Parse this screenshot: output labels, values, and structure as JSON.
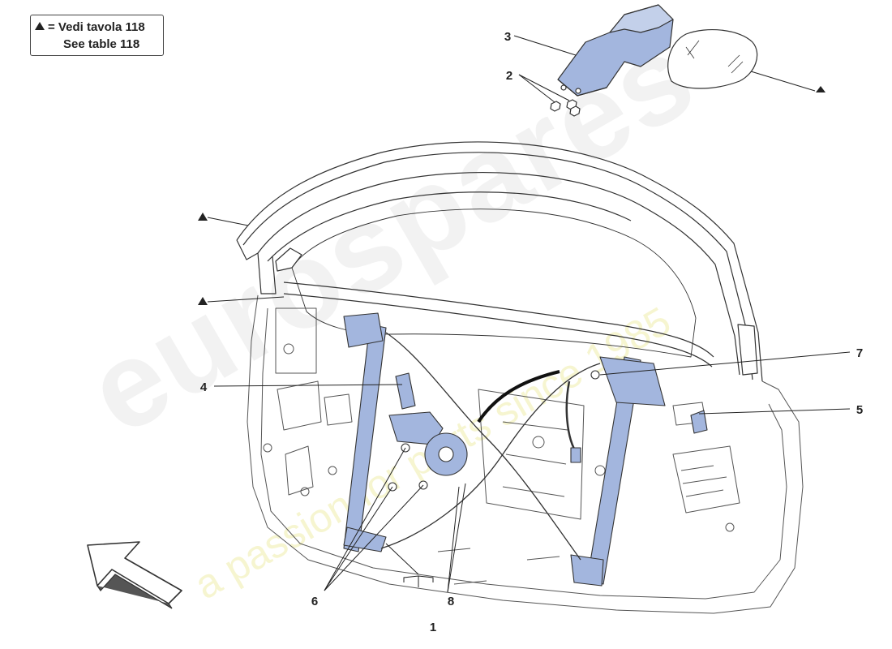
{
  "legend": {
    "line1": "= Vedi tavola 118",
    "line2": "See table 118"
  },
  "watermark": {
    "main": "eurospares",
    "sub": "a passion for parts since 1985"
  },
  "callouts": {
    "c1": "1",
    "c2": "2",
    "c3": "3",
    "c4": "4",
    "c5": "5",
    "c6": "6",
    "c7": "7",
    "c8": "8"
  },
  "colors": {
    "part_highlight": "#9fb3dd",
    "line": "#333333",
    "watermark_grey": "#c8c8c8",
    "watermark_yellow": "#e8e08a"
  }
}
